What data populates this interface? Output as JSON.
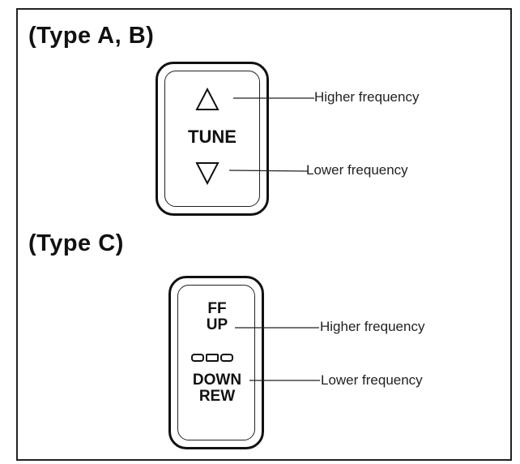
{
  "sections": {
    "type_ab": {
      "heading": "(Type A, B)",
      "button_label": "TUNE",
      "callouts": {
        "higher": "Higher frequency",
        "lower": "Lower frequency"
      },
      "icons": {
        "up": "triangle-up-icon",
        "down": "triangle-down-icon"
      }
    },
    "type_c": {
      "heading": "(Type C)",
      "button_labels": {
        "ff": "FF",
        "up": "UP",
        "down": "DOWN",
        "rew": "REW"
      },
      "callouts": {
        "higher": "Higher frequency",
        "lower": "Lower frequency"
      },
      "icons": {
        "indicator": "three-segment-indicator-icon"
      }
    }
  }
}
